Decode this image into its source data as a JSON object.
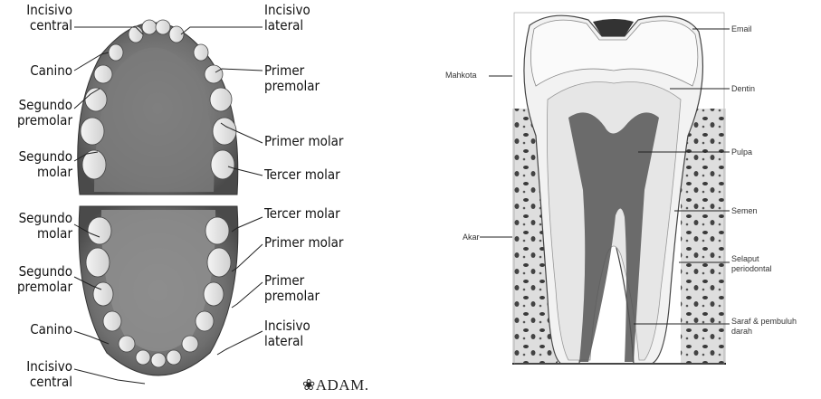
{
  "mouth": {
    "upper_left": [
      {
        "key": "inc_central",
        "lines": [
          "Incisivo",
          "central"
        ]
      },
      {
        "key": "canino",
        "lines": [
          "Canino"
        ]
      },
      {
        "key": "seg_premolar",
        "lines": [
          "Segundo",
          "premolar"
        ]
      },
      {
        "key": "seg_molar",
        "lines": [
          "Segundo",
          "molar"
        ]
      }
    ],
    "upper_right": [
      {
        "key": "inc_lateral",
        "lines": [
          "Incisivo",
          "lateral"
        ]
      },
      {
        "key": "prim_premolar",
        "lines": [
          "Primer",
          "premolar"
        ]
      },
      {
        "key": "prim_molar",
        "lines": [
          "Primer molar"
        ]
      },
      {
        "key": "tercer_molar",
        "lines": [
          "Tercer molar"
        ]
      }
    ],
    "lower_left": [
      {
        "key": "seg_molar",
        "lines": [
          "Segundo",
          "molar"
        ]
      },
      {
        "key": "seg_premolar",
        "lines": [
          "Segundo",
          "premolar"
        ]
      },
      {
        "key": "canino",
        "lines": [
          "Canino"
        ]
      },
      {
        "key": "inc_central",
        "lines": [
          "Incisivo",
          "central"
        ]
      }
    ],
    "lower_right": [
      {
        "key": "tercer_molar",
        "lines": [
          "Tercer molar"
        ]
      },
      {
        "key": "prim_molar",
        "lines": [
          "Primer molar"
        ]
      },
      {
        "key": "prim_premolar",
        "lines": [
          "Primer",
          "premolar"
        ]
      },
      {
        "key": "inc_lateral",
        "lines": [
          "Incisivo",
          "lateral"
        ]
      }
    ],
    "logo": "❀ADAM."
  },
  "tooth": {
    "left": [
      {
        "key": "mahkota",
        "lines": [
          "Mahkota"
        ]
      },
      {
        "key": "akar",
        "lines": [
          "Akar"
        ]
      }
    ],
    "right": [
      {
        "key": "email",
        "lines": [
          "Email"
        ]
      },
      {
        "key": "dentin",
        "lines": [
          "Dentin"
        ]
      },
      {
        "key": "pulpa",
        "lines": [
          "Pulpa"
        ]
      },
      {
        "key": "semen",
        "lines": [
          "Semen"
        ]
      },
      {
        "key": "selaput",
        "lines": [
          "Selaput",
          "periodontal"
        ]
      },
      {
        "key": "saraf",
        "lines": [
          "Saraf & pembuluh",
          "darah"
        ]
      }
    ]
  },
  "colors": {
    "gum": "#8a8a8a",
    "tooth": "#ececec",
    "dark": "#2a2a2a",
    "bone": "#d9d9d9"
  }
}
